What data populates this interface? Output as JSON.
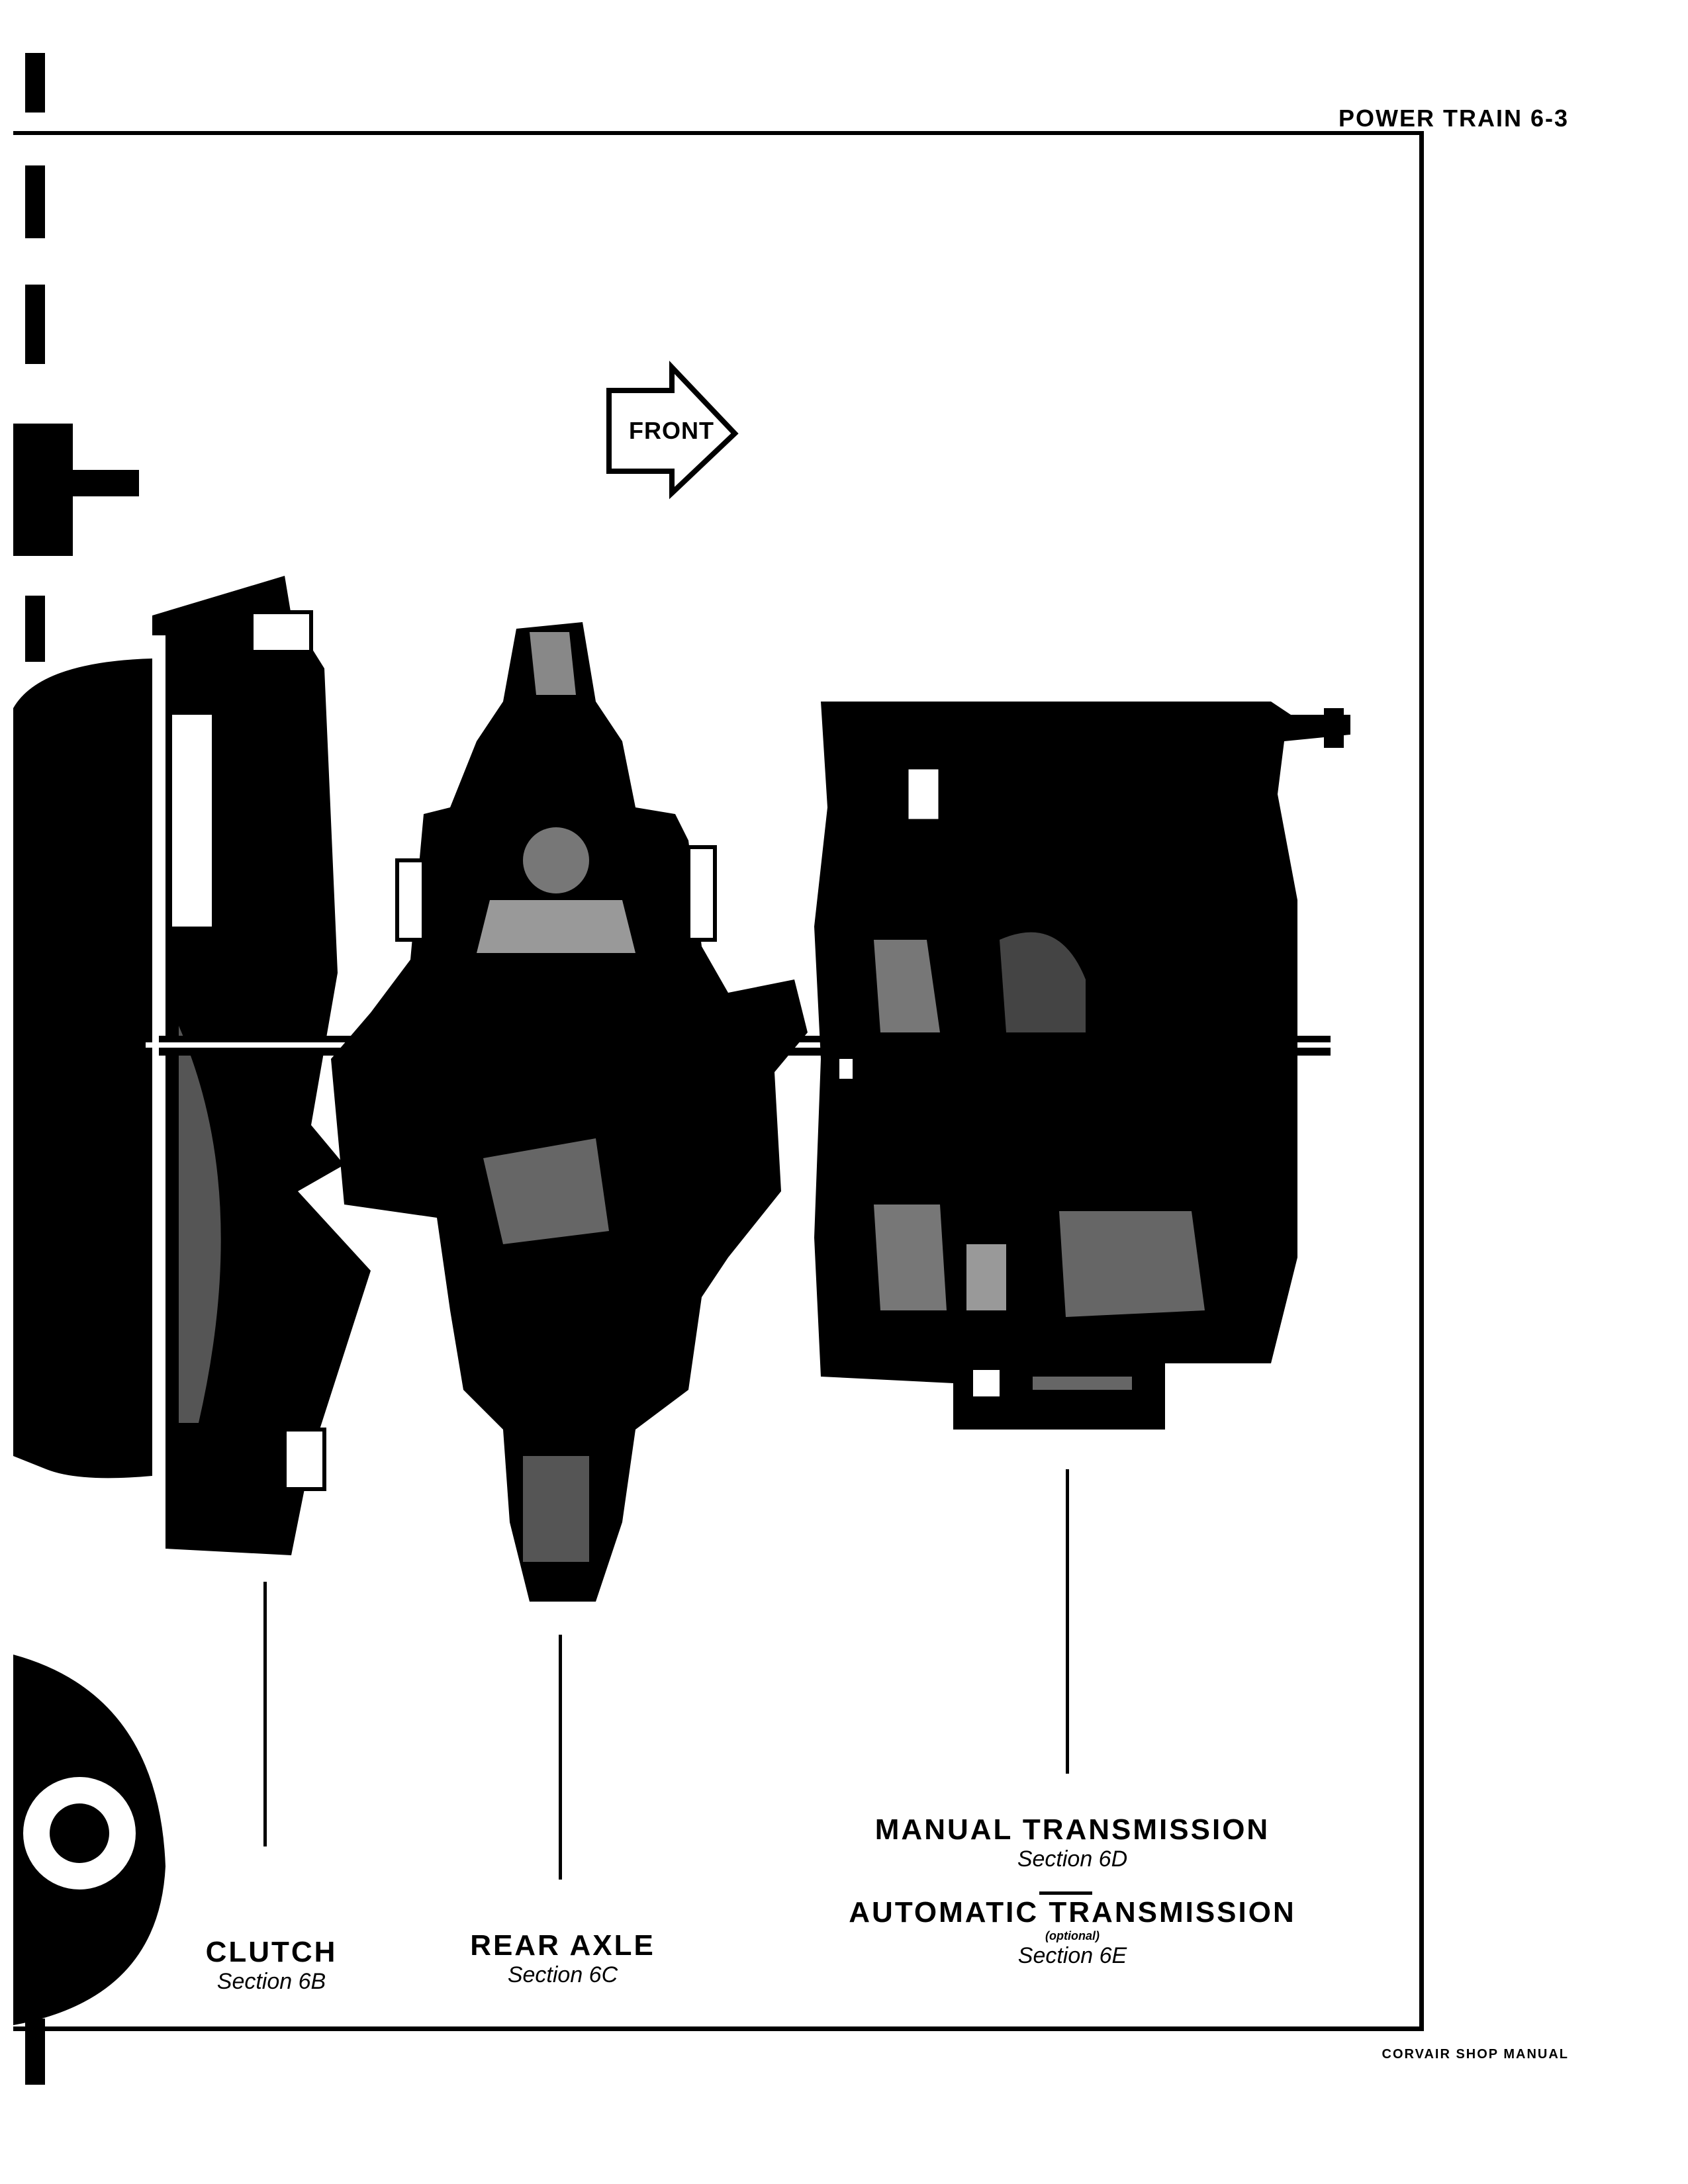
{
  "header": {
    "title": "POWER TRAIN 6-3"
  },
  "figure": {
    "direction_label": "FRONT",
    "callouts": [
      {
        "title": "CLUTCH",
        "section": "Section 6B"
      },
      {
        "title": "REAR AXLE",
        "section": "Section 6C"
      }
    ],
    "transmission": {
      "manual_title": "MANUAL TRANSMISSION",
      "manual_section": "Section 6D",
      "automatic_title": "AUTOMATIC TRANSMISSION",
      "automatic_note": "(optional)",
      "automatic_section": "Section 6E"
    }
  },
  "footer": {
    "text": "CORVAIR SHOP MANUAL"
  }
}
